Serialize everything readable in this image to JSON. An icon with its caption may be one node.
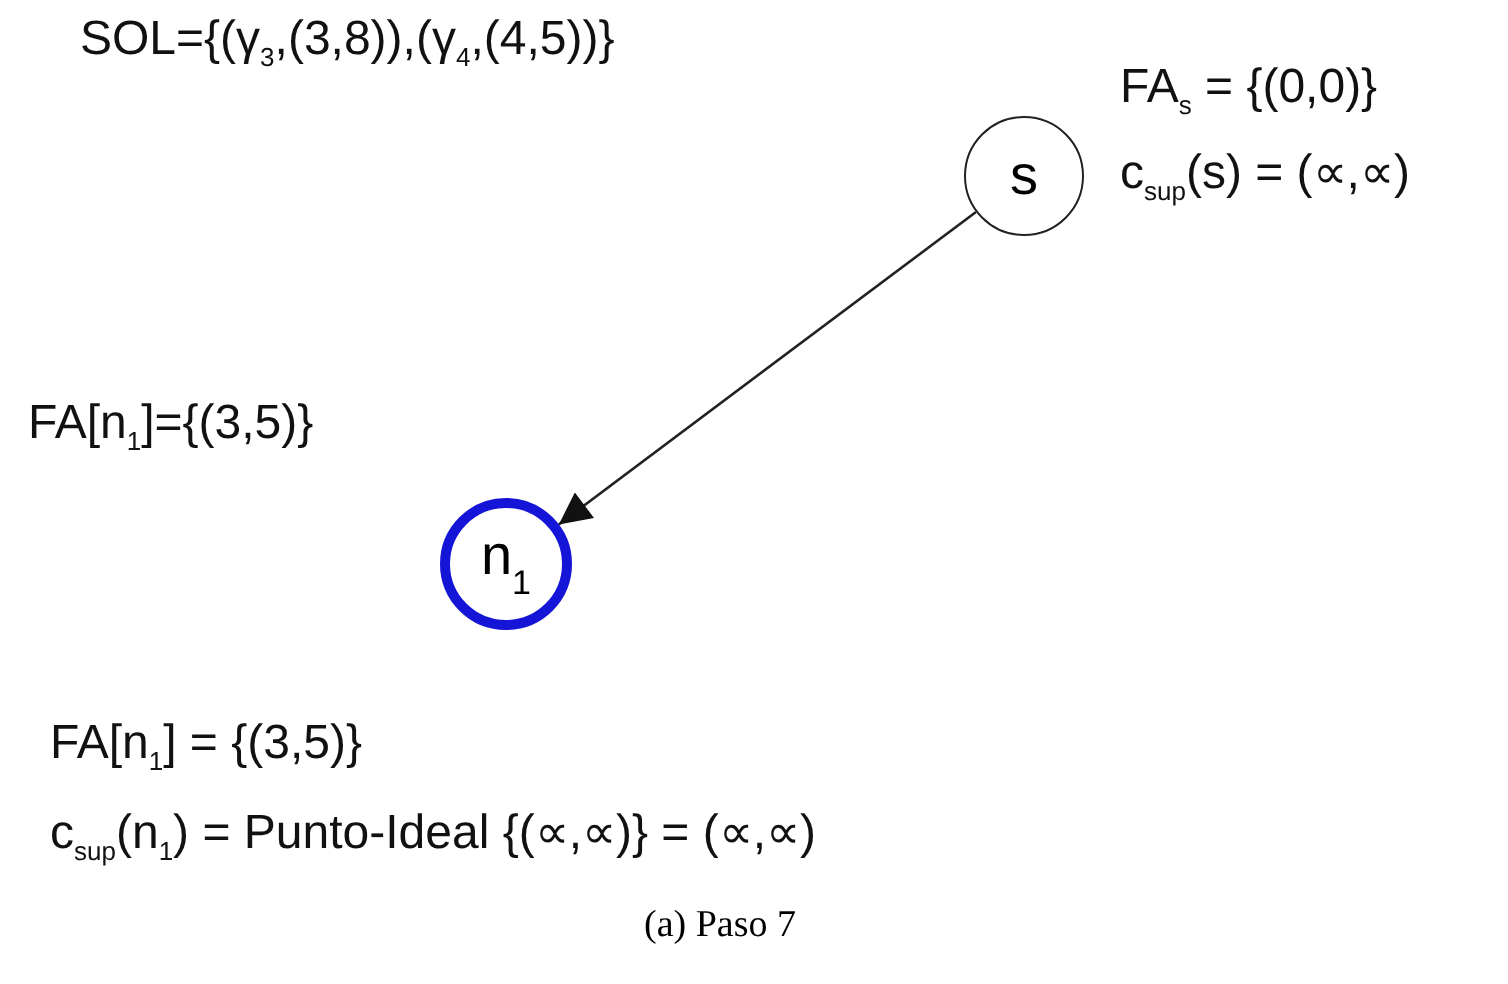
{
  "diagram": {
    "caption": "(a) Paso 7",
    "nodes": [
      {
        "text": [
          "s"
        ],
        "beside": [
          "FA$_{s}$ = {(0,0)}",
          "c$_{sup}$(s) = (∝,∝)"
        ]
      },
      {
        "text": [
          "n$_{1}$"
        ]
      }
    ],
    "edges": [
      {
        "from": 0,
        "to": 1,
        "arrow": "to"
      }
    ],
    "labels": [
      "SOL={(γ$_{3}$,(3,8)),(γ$_{4}$,(4,5))}",
      "FA[n$_{1}$]={(3,5)}",
      "FA[n$_{1}$] = {(3,5)}",
      "c$_{sup}$(n$_{1}$) = Punto-Ideal {(∝,∝)} = (∝,∝)"
    ]
  }
}
